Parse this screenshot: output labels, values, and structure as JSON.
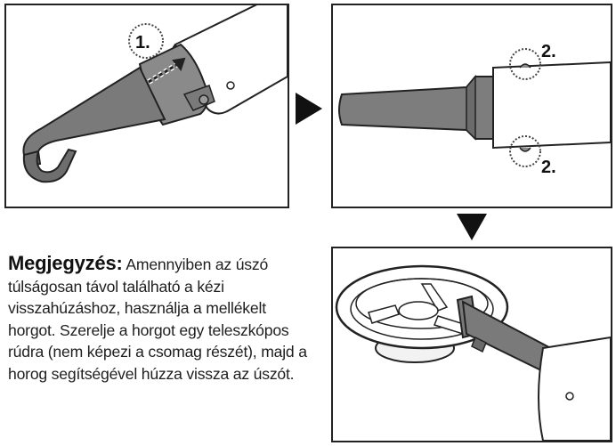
{
  "steps": {
    "step1_label": "1.",
    "step2_label_top": "2.",
    "step2_label_bottom": "2."
  },
  "note": {
    "label": "Megjegyzés:",
    "text": "Amennyiben az úszó túlságosan távol található a kézi visszahúzáshoz, használja a mellékelt horgot. Szerelje a horgot egy teleszkópos rúdra (nem képezi a csomag részét), majd a horog segítségével húzza vissza az úszót."
  },
  "colors": {
    "hook": "#7a7a7a",
    "outline": "#222222",
    "pole": "#ffffff"
  },
  "icons": {
    "arrow_right": "triangle-right-icon",
    "arrow_down": "triangle-down-icon"
  }
}
